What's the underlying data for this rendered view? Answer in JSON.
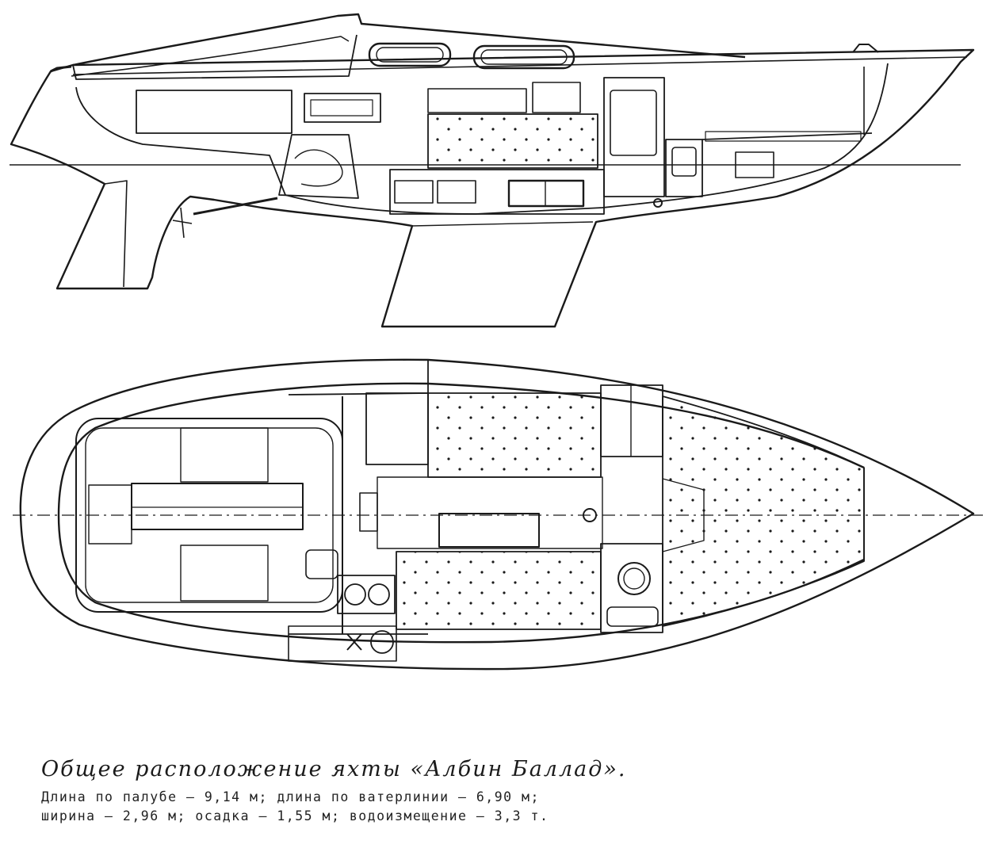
{
  "caption": {
    "title": "Общее расположение яхты «Албин Баллад».",
    "specs": [
      {
        "label": "Длина по палубе",
        "value": "9,14 м",
        "sep": ";"
      },
      {
        "label": "длина по ватерлинии",
        "value": "6,90 м",
        "sep": ";"
      },
      {
        "label": "ширина",
        "value": "2,96 м",
        "sep": ";"
      },
      {
        "label": "осадка",
        "value": "1,55 м",
        "sep": ";"
      },
      {
        "label": "водоизмещение",
        "value": "3,3 т",
        "sep": "."
      }
    ],
    "dash": " — "
  },
  "colors": {
    "ink": "#1a1a1a",
    "paper": "#ffffff"
  }
}
